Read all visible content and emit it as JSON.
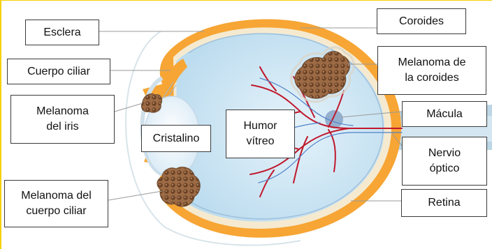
{
  "colors": {
    "sclera": "#f7a534",
    "choroid_inner": "#f4e9c8",
    "vitreous": "#c9e4f2",
    "vessel": "#c0182c",
    "nerve": "#b9d6e6",
    "tumor": "#9b6a44",
    "lens": "#e7f2fa",
    "label_border": "#3a3a3a"
  },
  "labels": {
    "esclera": "Esclera",
    "coroides": "Coroides",
    "cuerpo_ciliar": "Cuerpo ciliar",
    "melanoma_coroides": [
      "Melanoma de",
      "la coroides"
    ],
    "melanoma_iris": [
      "Melanoma",
      "del iris"
    ],
    "macula": "Mácula",
    "cristalino": "Cristalino",
    "humor_vitreo": [
      "Humor",
      "vítreo"
    ],
    "nervio_optico": [
      "Nervio",
      "óptico"
    ],
    "melanoma_cuerpo_ciliar": [
      "Melanoma del",
      "cuerpo ciliar"
    ],
    "retina": "Retina"
  }
}
